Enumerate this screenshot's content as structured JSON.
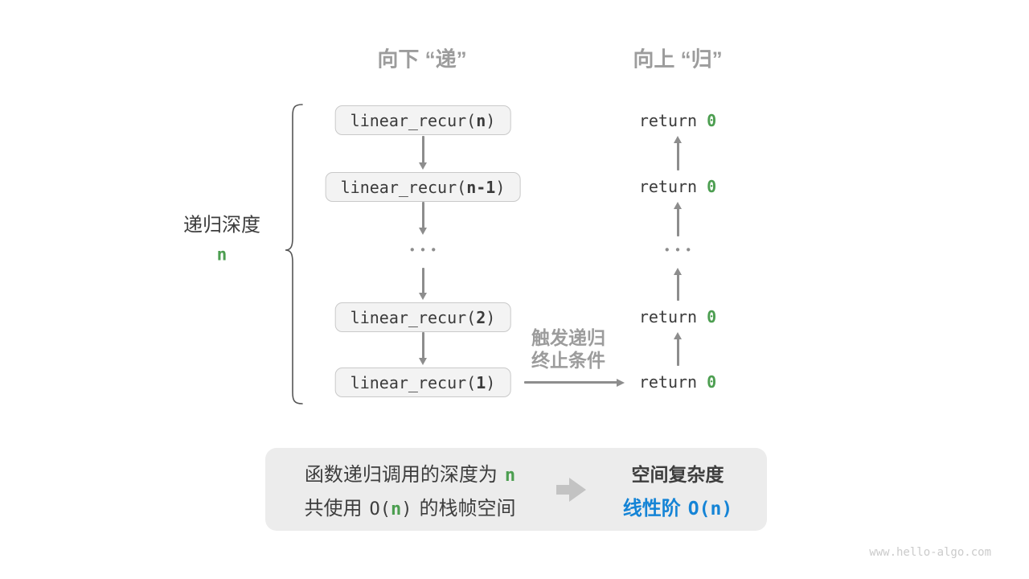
{
  "headers": {
    "down": "向下 “递”",
    "up": "向上 “归”"
  },
  "depth_label": {
    "text": "递归深度",
    "var": "n"
  },
  "call_stack": [
    {
      "prefix": "linear_recur(",
      "arg": "n",
      "suffix": ")"
    },
    {
      "prefix": "linear_recur(",
      "arg": "n-1",
      "suffix": ")"
    },
    {
      "prefix": "linear_recur(",
      "arg": "2",
      "suffix": ")"
    },
    {
      "prefix": "linear_recur(",
      "arg": "1",
      "suffix": ")"
    }
  ],
  "returns": [
    {
      "prefix": "return ",
      "value": "0"
    },
    {
      "prefix": "return ",
      "value": "0"
    },
    {
      "prefix": "return ",
      "value": "0"
    },
    {
      "prefix": "return ",
      "value": "0"
    }
  ],
  "ellipsis": "•••",
  "trigger": {
    "line1": "触发递归",
    "line2": "终止条件"
  },
  "summary": {
    "line1_text": "函数递归调用的深度为",
    "line1_var": "n",
    "line2_pre": "共使用",
    "line2_open": "O(",
    "line2_var": "n",
    "line2_close": ")",
    "line2_post": "的栈帧空间",
    "result_title": "空间复杂度",
    "result_pre": "线性阶",
    "result_big_o": "O(n)"
  },
  "watermark": "www.hello-algo.com",
  "colors": {
    "green": "#4c9e50",
    "blue": "#1584d6",
    "header_gray": "#9c9c9c",
    "arrow_gray": "#8d8d8d",
    "dark_text": "#3b3b3b",
    "box_fill": "#f3f3f3",
    "box_border": "#c9c9c9",
    "panel_fill": "#ececec"
  }
}
